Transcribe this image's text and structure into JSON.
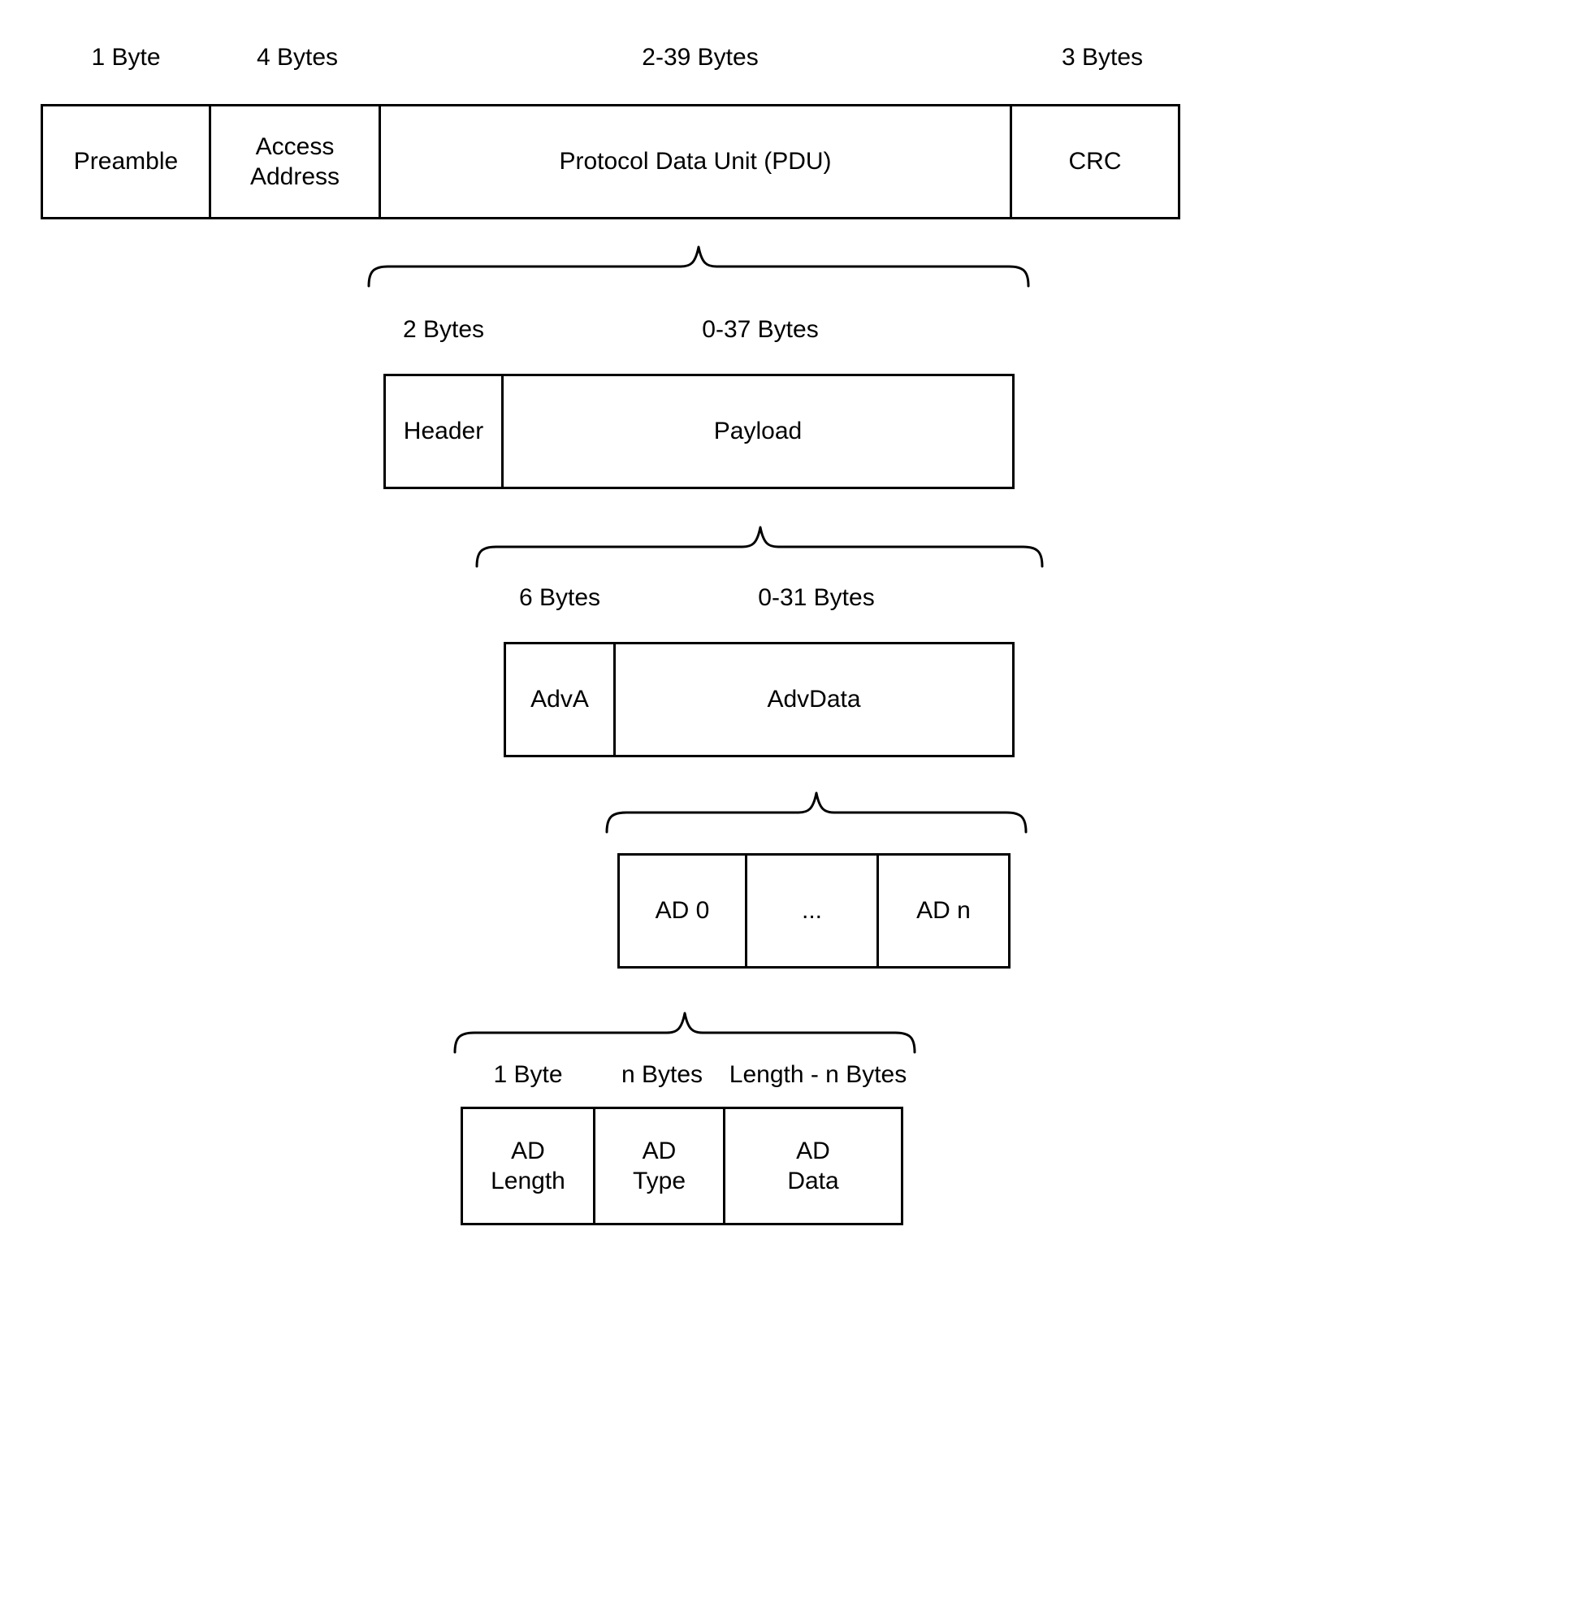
{
  "colors": {
    "border": "#000000",
    "background": "#ffffff",
    "text": "#000000"
  },
  "packet_row": {
    "labels": [
      "1 Byte",
      "4 Bytes",
      "2-39 Bytes",
      "3 Bytes"
    ],
    "cells": [
      "Preamble",
      "Access\nAddress",
      "Protocol Data Unit (PDU)",
      "CRC"
    ]
  },
  "pdu_row": {
    "labels": [
      "2 Bytes",
      "0-37 Bytes"
    ],
    "cells": [
      "Header",
      "Payload"
    ]
  },
  "payload_row": {
    "labels": [
      "6 Bytes",
      "0-31 Bytes"
    ],
    "cells": [
      "AdvA",
      "AdvData"
    ]
  },
  "advdata_row": {
    "cells": [
      "AD 0",
      "...",
      "AD n"
    ]
  },
  "ad_structure_row": {
    "labels": [
      "1 Byte",
      "n Bytes",
      "Length - n Bytes"
    ],
    "cells": [
      "AD\nLength",
      "AD\nType",
      "AD\nData"
    ]
  }
}
